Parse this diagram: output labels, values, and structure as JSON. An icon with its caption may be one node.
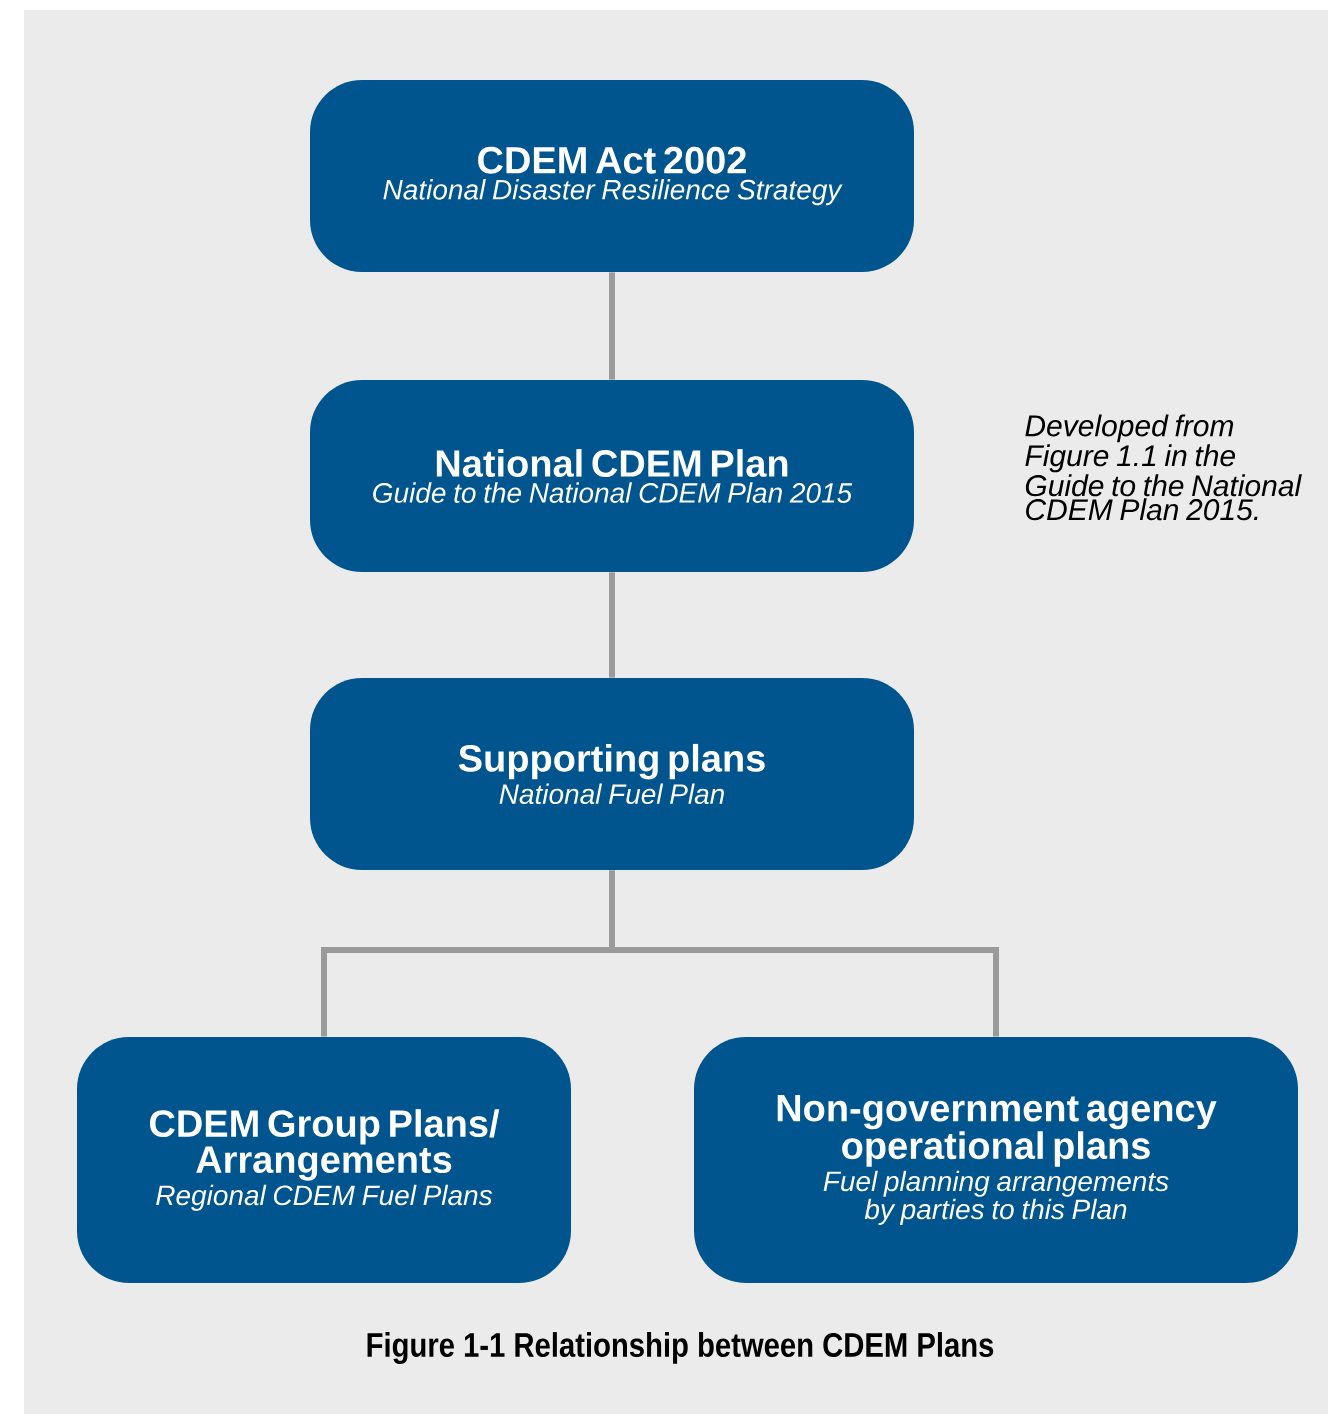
{
  "diagram": {
    "caption": "Figure 1-1 Relationship between CDEM Plans",
    "nodes": [
      {
        "text": [
          "CDEM Act 2002",
          "National Disaster Resilience Strategy"
        ]
      },
      {
        "text": [
          "National CDEM Plan",
          "Guide to the National CDEM Plan 2015"
        ]
      },
      {
        "text": [
          "Supporting plans",
          "National Fuel Plan"
        ]
      },
      {
        "text": [
          "CDEM Group Plans/ Arrangements",
          "Regional CDEM Fuel Plans"
        ]
      },
      {
        "text": [
          "Non-government agency operational plans",
          "Fuel planning arrangements by parties to this Plan"
        ]
      }
    ],
    "edges": [
      {
        "from": 0,
        "to": 1,
        "arrow": "none"
      },
      {
        "from": 1,
        "to": 2,
        "arrow": "none"
      },
      {
        "from": 2,
        "to": 3,
        "arrow": "none"
      },
      {
        "from": 2,
        "to": 4,
        "arrow": "none"
      }
    ],
    "labels": [
      "Developed from Figure 1.1 in the Guide to the National CDEM Plan 2015."
    ]
  }
}
